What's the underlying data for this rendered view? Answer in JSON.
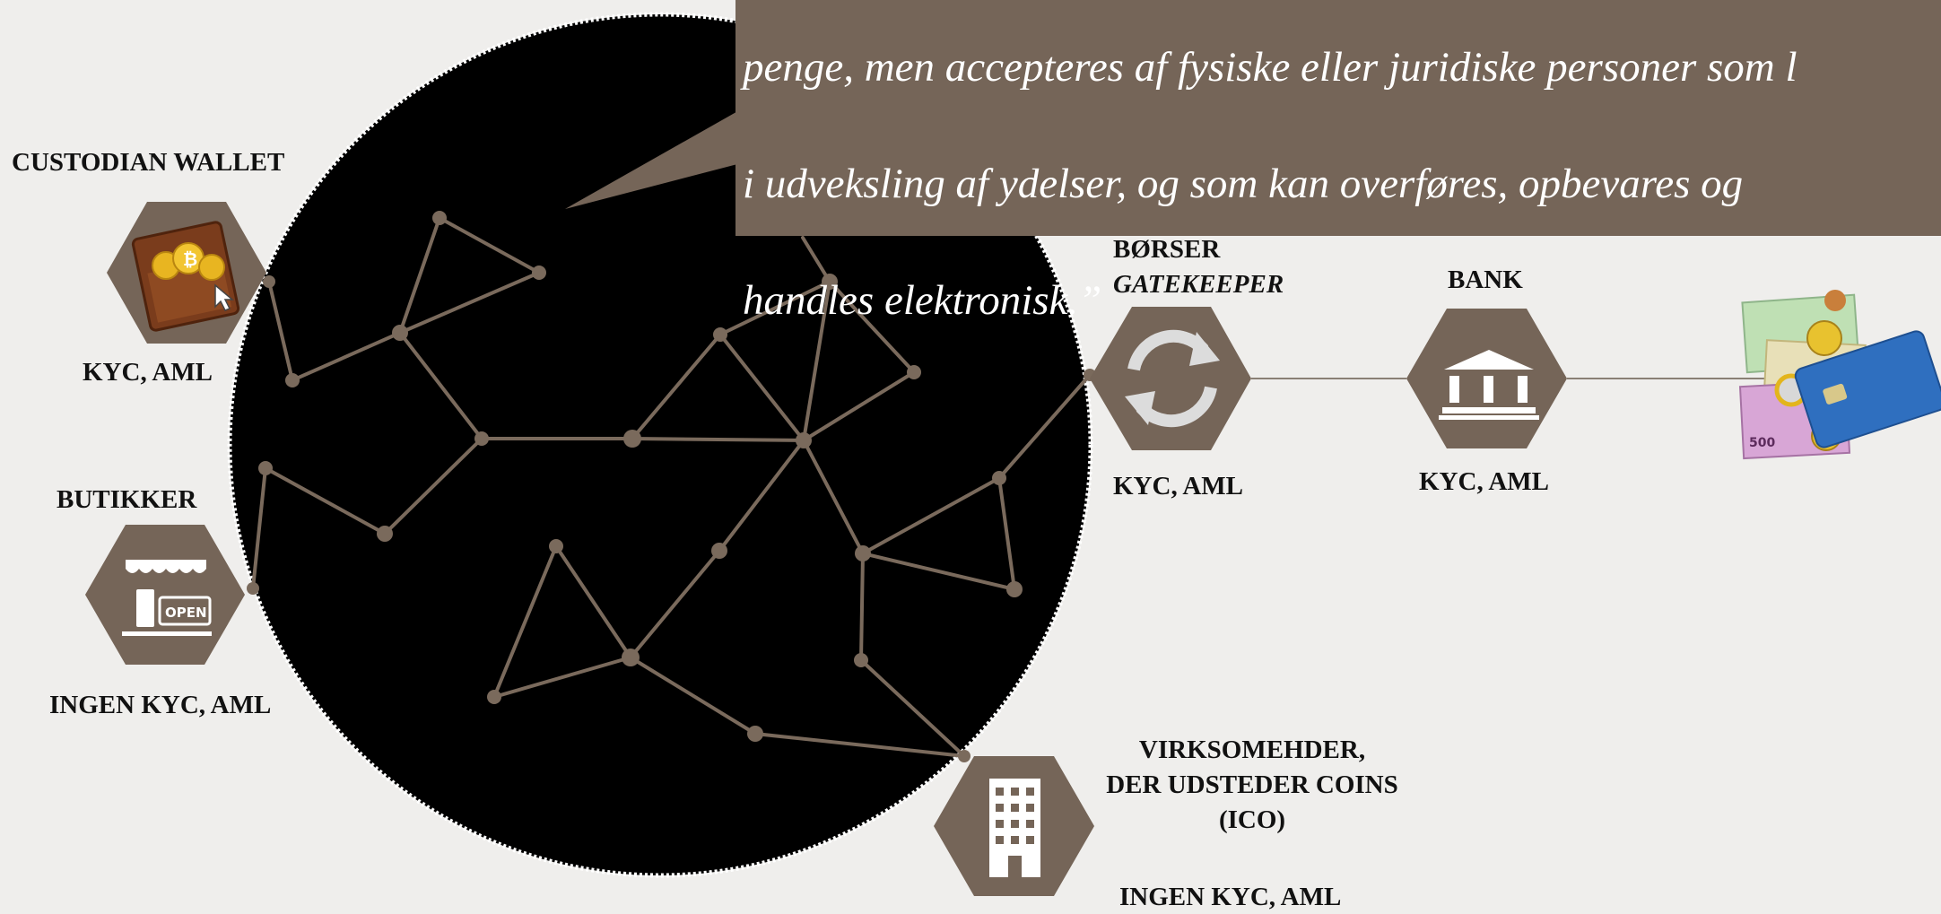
{
  "colors": {
    "background": "#efeeec",
    "network_circle": "#000000",
    "network_lines": "#7a6a5c",
    "hexagon": "#756558",
    "quote_box": "#756558"
  },
  "quote": {
    "lines": [
      "penge, men accepteres af fysiske eller juridiske personer som l",
      "i udveksling af ydelser, og som kan overføres, opbevares og",
      "handles elektronisk.”"
    ]
  },
  "nodes": {
    "custodian_wallet": {
      "title": "CUSTODIAN WALLET",
      "subtitle": "KYC, AML",
      "icon": "treasure-wallet-icon"
    },
    "butikker": {
      "title": "BUTIKKER",
      "subtitle": "INGEN KYC, AML",
      "icon": "shop-open-sign-icon"
    },
    "borser": {
      "title": "BØRSER",
      "title_italic": "GATEKEEPER",
      "subtitle": "KYC, AML",
      "icon": "exchange-arrows-icon"
    },
    "bank": {
      "title": "BANK",
      "subtitle": "KYC, AML",
      "icon": "bank-building-icon"
    },
    "ico": {
      "title_lines": [
        "VIRKSOMEHDER,",
        "DER UDSTEDER COINS",
        "(ICO)"
      ],
      "subtitle": "INGEN KYC, AML",
      "icon": "office-building-icon"
    },
    "money": {
      "icon": "cash-and-cards-icon"
    }
  }
}
